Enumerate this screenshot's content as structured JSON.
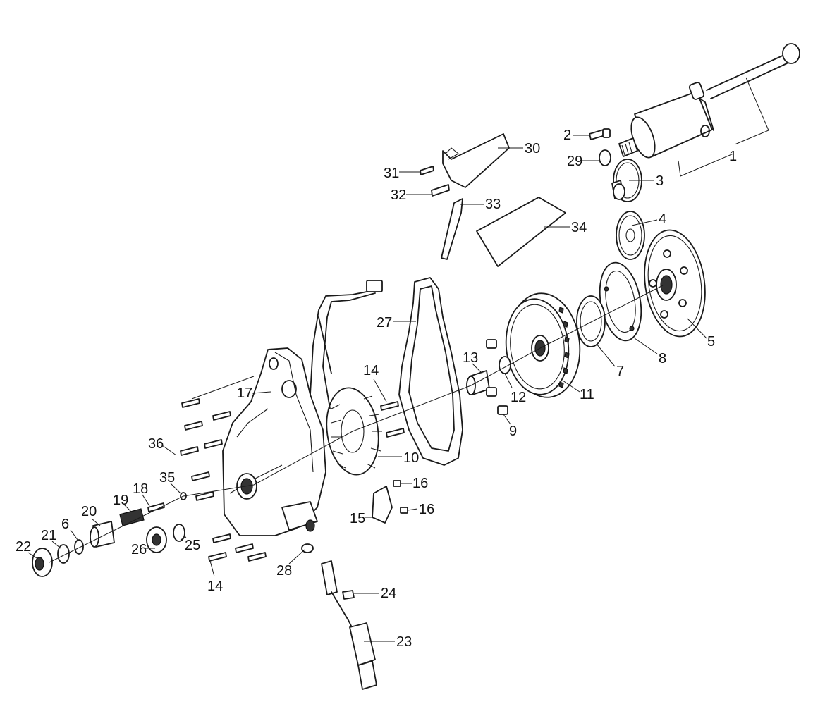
{
  "callouts": [
    "1",
    "2",
    "3",
    "4",
    "5",
    "6",
    "7",
    "8",
    "9",
    "10",
    "11",
    "12",
    "13",
    "14",
    "14",
    "15",
    "16",
    "16",
    "17",
    "18",
    "19",
    "20",
    "21",
    "22",
    "23",
    "24",
    "25",
    "26",
    "27",
    "28",
    "29",
    "30",
    "31",
    "32",
    "33",
    "34",
    "35",
    "36"
  ]
}
